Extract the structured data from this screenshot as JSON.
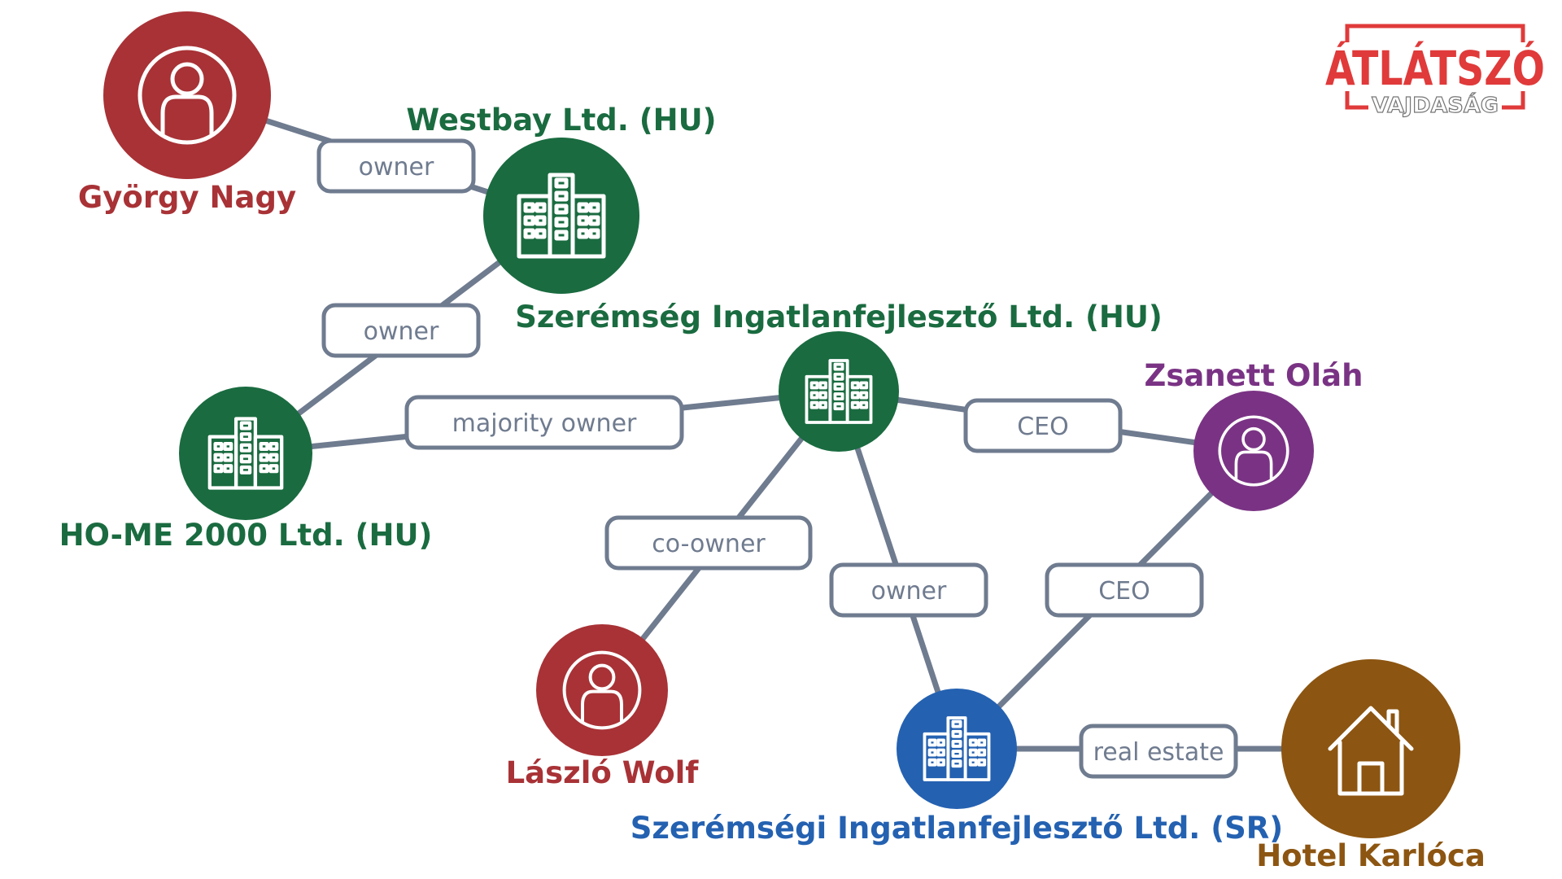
{
  "logo": {
    "main": "ÁTLÁTSZÓ",
    "sub": "VAJDASÁG",
    "color": "#e03a3a"
  },
  "colors": {
    "person_red": "#a83236",
    "company_green": "#1a6b40",
    "company_blue": "#2461b1",
    "person_purple": "#7a3384",
    "property_brown": "#8c5511",
    "edge": "#6f7b8f"
  },
  "nodes": {
    "gyorgy_nagy": {
      "label": "György Nagy",
      "type": "person",
      "icon": "person-icon"
    },
    "westbay": {
      "label": "Westbay Ltd. (HU)",
      "type": "company",
      "icon": "building-icon"
    },
    "home2000": {
      "label": "HO-ME 2000 Ltd. (HU)",
      "type": "company",
      "icon": "building-icon"
    },
    "szeremseg_hu": {
      "label": "Szerémség Ingatlanfejlesztő Ltd. (HU)",
      "type": "company",
      "icon": "building-icon"
    },
    "zsanett_olah": {
      "label": "Zsanett Oláh",
      "type": "person",
      "icon": "person-icon"
    },
    "laszlo_wolf": {
      "label": "László Wolf",
      "type": "person",
      "icon": "person-icon"
    },
    "szeremsegi_sr": {
      "label": "Szerémségi Ingatlanfejlesztő Ltd. (SR)",
      "type": "company",
      "icon": "building-icon"
    },
    "hotel_karloca": {
      "label": "Hotel Karlóca",
      "type": "property",
      "icon": "house-icon"
    }
  },
  "edges": {
    "nagy_westbay": "owner",
    "westbay_home": "owner",
    "home_szeremseg": "majority owner",
    "szeremseg_olah": "CEO",
    "szeremseg_wolf": "co-owner",
    "szeremseg_sr": "owner",
    "olah_sr": "CEO",
    "sr_hotel": "real estate"
  }
}
